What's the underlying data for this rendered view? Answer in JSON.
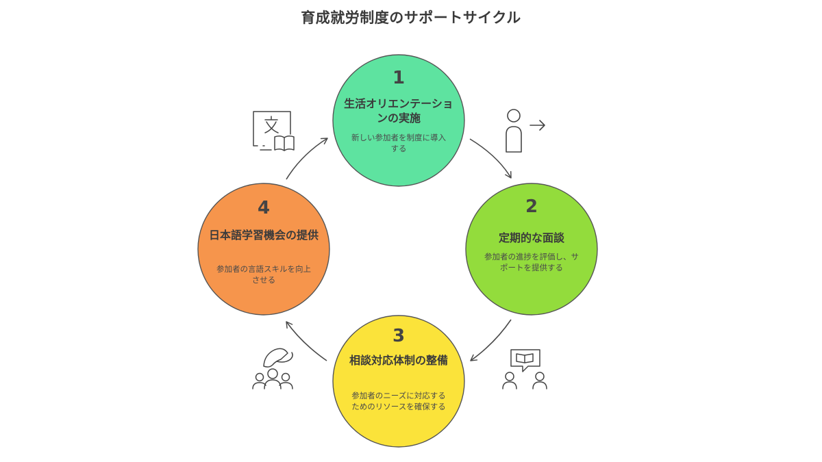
{
  "title": "育成就労制度のサポートサイクル",
  "steps": [
    {
      "number": "1",
      "heading": "生活オリエンテーションの実施",
      "description": "新しい参加者を制度に導入する",
      "color": "#5ee3a0"
    },
    {
      "number": "2",
      "heading": "定期的な面談",
      "description": "参加者の進捗を評価し、サポートを提供する",
      "color": "#93dc3c"
    },
    {
      "number": "3",
      "heading": "相談対応体制の整備",
      "description": "参加者のニーズに対応するためのリソースを確保する",
      "color": "#fbe33a"
    },
    {
      "number": "4",
      "heading": "日本語学習機会の提供",
      "description": "参加者の言語スキルを向上させる",
      "color": "#f6954c"
    }
  ],
  "icons": {
    "step1": "person-entering-icon",
    "step2": "interview-people-icon",
    "step3": "helping-hands-group-icon",
    "step4": "language-learning-icon"
  }
}
